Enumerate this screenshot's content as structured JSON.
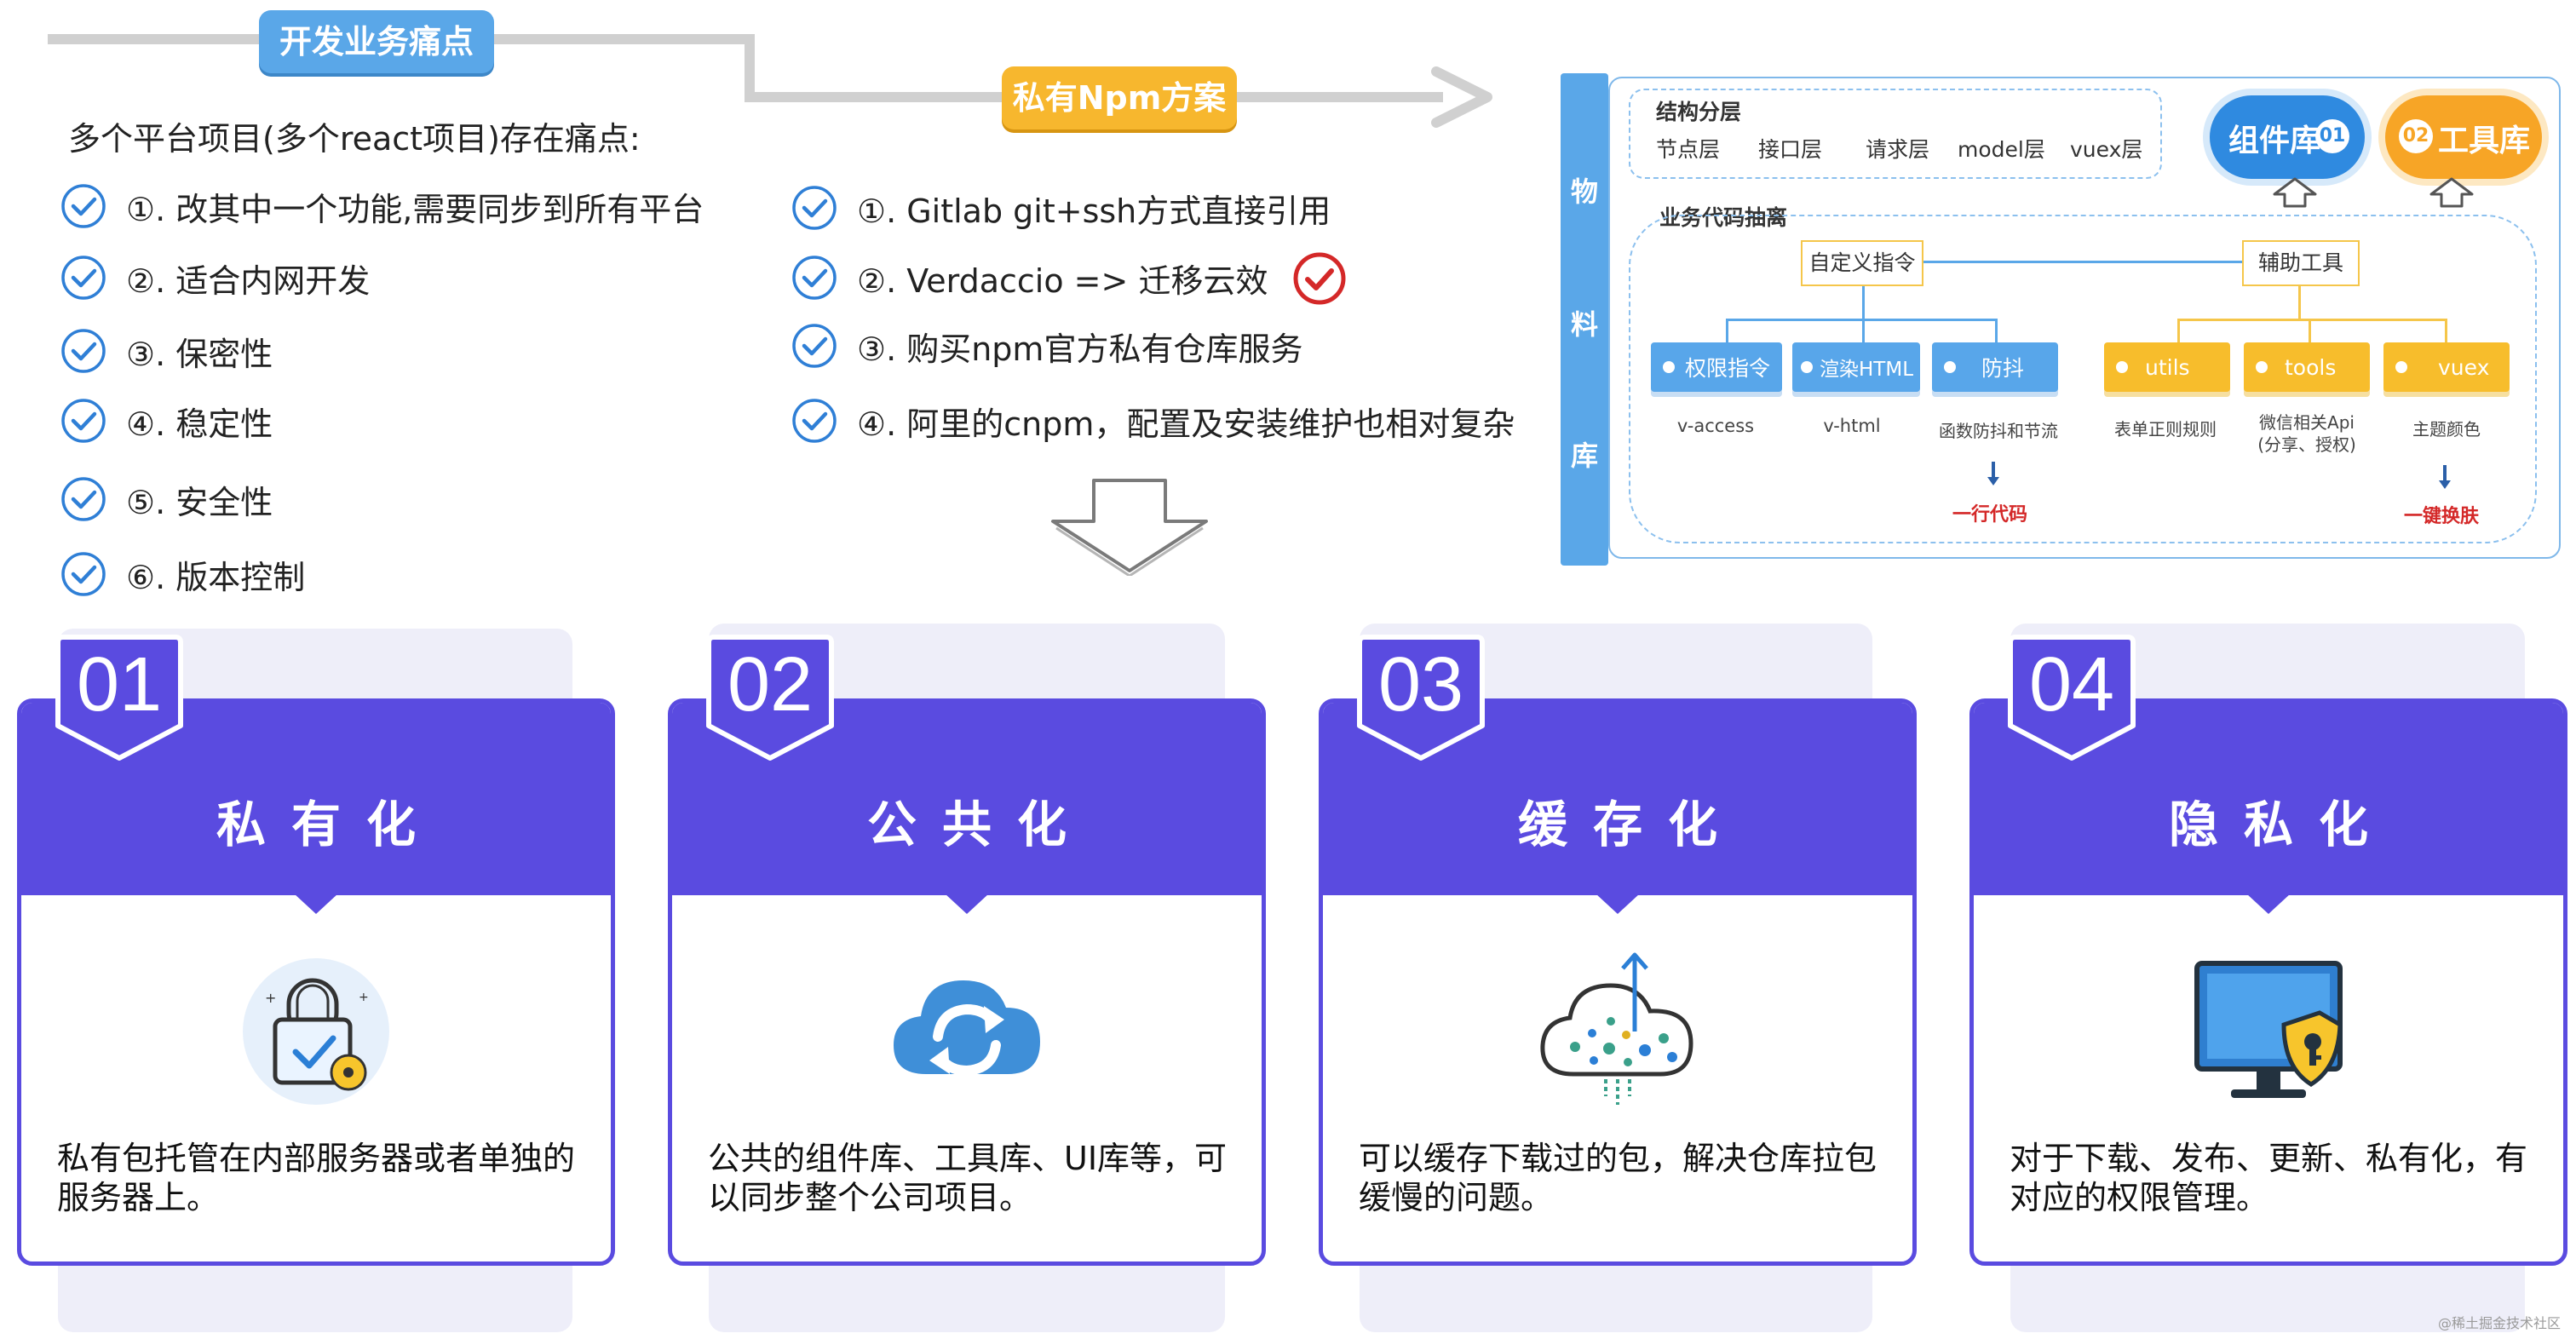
{
  "banner": {
    "pain_label": "开发业务痛点",
    "solution_label": "私有Npm方案"
  },
  "pain": {
    "title": "多个平台项目(多个react项目)存在痛点:",
    "items": [
      "①. 改其中一个功能,需要同步到所有平台",
      "②. 适合内网开发",
      "③. 保密性",
      "④. 稳定性",
      "⑤. 安全性",
      "⑥. 版本控制"
    ]
  },
  "solutions": {
    "items": [
      "①. Gitlab git+ssh方式直接引用",
      "②. Verdaccio => 迁移云效",
      "③. 购买npm官方私有仓库服务",
      "④. 阿里的cnpm，配置及安装维护也相对复杂"
    ]
  },
  "material": {
    "side_chars": [
      "物",
      "料",
      "库"
    ],
    "layers": {
      "title": "结构分层",
      "items": [
        "节点层",
        "接口层",
        "请求层",
        "model层",
        "vuex层"
      ]
    },
    "badges": {
      "component": "组件库",
      "component_num": "01",
      "tool": "工具库",
      "tool_num": "02"
    },
    "abstract_title": "业务代码抽离",
    "custom_directive": "自定义指令",
    "helper_tool": "辅助工具",
    "chips_blue": [
      "权限指令",
      "渲染HTML",
      "防抖"
    ],
    "chips_yellow": [
      "utils",
      "tools",
      "vuex"
    ],
    "captions": [
      "v-access",
      "v-html",
      "函数防抖和节流",
      "表单正则规则",
      "微信相关Api",
      "(分享、授权)",
      "主题颜色"
    ],
    "one_line_code": "一行代码",
    "one_click_skin": "一键换肤",
    "colors": {
      "blue": "#58a6ea",
      "yellow": "#f7bd2c",
      "red": "#d42828"
    }
  },
  "cards": [
    {
      "num": "01",
      "title": "私有化",
      "text": "私有包托管在内部服务器或者单独的服务器上。",
      "icon": "lock-check-icon"
    },
    {
      "num": "02",
      "title": "公共化",
      "text": "公共的组件库、工具库、UI库等，可以同步整个公司项目。",
      "icon": "cloud-sync-icon"
    },
    {
      "num": "03",
      "title": "缓存化",
      "text": "可以缓存下载过的包，解决仓库拉包缓慢的问题。",
      "icon": "cloud-upload-icon"
    },
    {
      "num": "04",
      "title": "隐私化",
      "text": "对于下载、发布、更新、私有化，有对应的权限管理。",
      "icon": "monitor-shield-icon"
    }
  ],
  "accent_color": "#5a4be0",
  "watermark": "@稀土掘金技术社区"
}
